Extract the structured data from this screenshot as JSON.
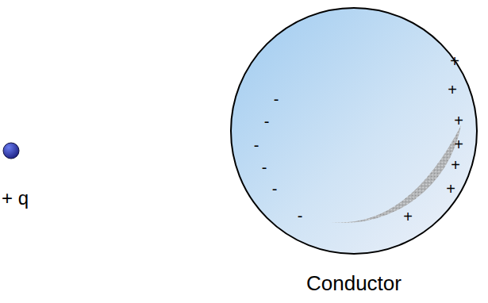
{
  "diagram": {
    "nodes": [
      {
        "text": [
          "+ q"
        ]
      },
      {
        "text": [
          "Conductor"
        ]
      }
    ],
    "labels": [
      "-",
      "-",
      "-",
      "-",
      "-",
      "-",
      "+",
      "+",
      "+",
      "+",
      "+",
      "+",
      "+"
    ]
  }
}
